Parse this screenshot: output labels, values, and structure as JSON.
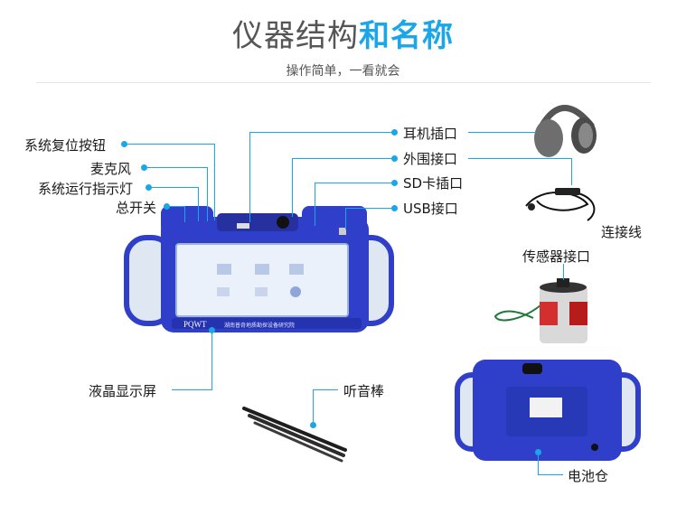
{
  "header": {
    "title_part1": "仪器结构",
    "title_part2": "和名称",
    "subtitle": "操作简单，一看就会"
  },
  "labels": {
    "reset_button": "系统复位按钮",
    "microphone": "麦克风",
    "run_indicator": "系统运行指示灯",
    "power_switch": "总开关",
    "earphone_jack": "耳机插口",
    "peripheral_port": "外围接口",
    "sd_slot": "SD卡插口",
    "usb_port": "USB接口",
    "cable": "连接线",
    "sensor_port": "传感器接口",
    "lcd_screen": "液晶显示屏",
    "listening_rod": "听音棒",
    "battery": "电池仓"
  },
  "device": {
    "brand": "PQWT",
    "maker": "湖南普奇地质勘探设备研究院"
  },
  "colors": {
    "accent": "#1ba6e8",
    "device_blue": "#2f3fc9"
  }
}
